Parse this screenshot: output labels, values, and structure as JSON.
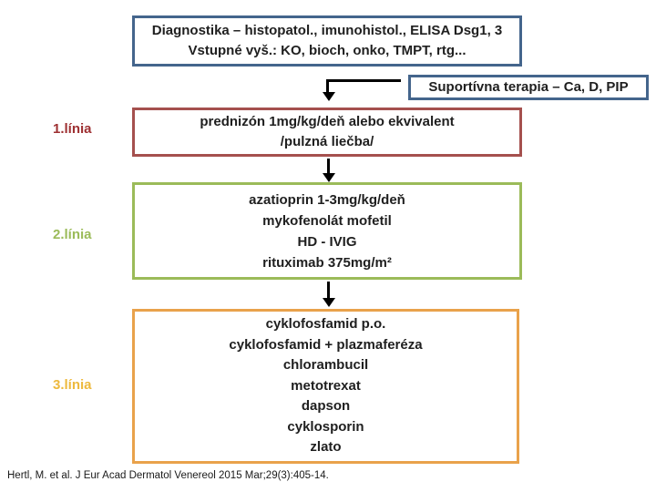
{
  "slide": {
    "title_box": {
      "line1": "Diagnostika – histopatol., imunohistol., ELISA Dsg1, 3",
      "line2": "Vstupné vyš.: KO, bioch, onko, TMPT, rtg..."
    },
    "supportive_box": {
      "label": "Suportívna terapia – Ca, D, PIP"
    },
    "treatment_lines": [
      {
        "label": "1.línia",
        "label_color": "#9e3032",
        "border_color": "#a5504e",
        "items": [
          "prednizón 1mg/kg/deň alebo ekvivalent",
          "/pulzná liečba/"
        ]
      },
      {
        "label": "2.línia",
        "label_color": "#9bbb59",
        "border_color": "#9bbb59",
        "items": [
          "azatioprin 1-3mg/kg/deň",
          "mykofenolát mofetil",
          "HD - IVIG",
          "rituximab 375mg/m²"
        ]
      },
      {
        "label": "3.línia",
        "label_color": "#edb93d",
        "border_color": "#e9a24b",
        "items": [
          "cyklofosfamid p.o.",
          "cyklofosfamid + plazmaferéza",
          "chlorambucil",
          "metotrexat",
          "dapson",
          "cyklosporin",
          "zlato"
        ]
      }
    ],
    "citation": "Hertl, M. et al. J Eur Acad Dermatol Venereol 2015 Mar;29(3):405-14.",
    "colors": {
      "header_border_blue": "#44658c",
      "connector_black": "#000000",
      "text": "#1f1f1f",
      "background": "#ffffff"
    }
  }
}
